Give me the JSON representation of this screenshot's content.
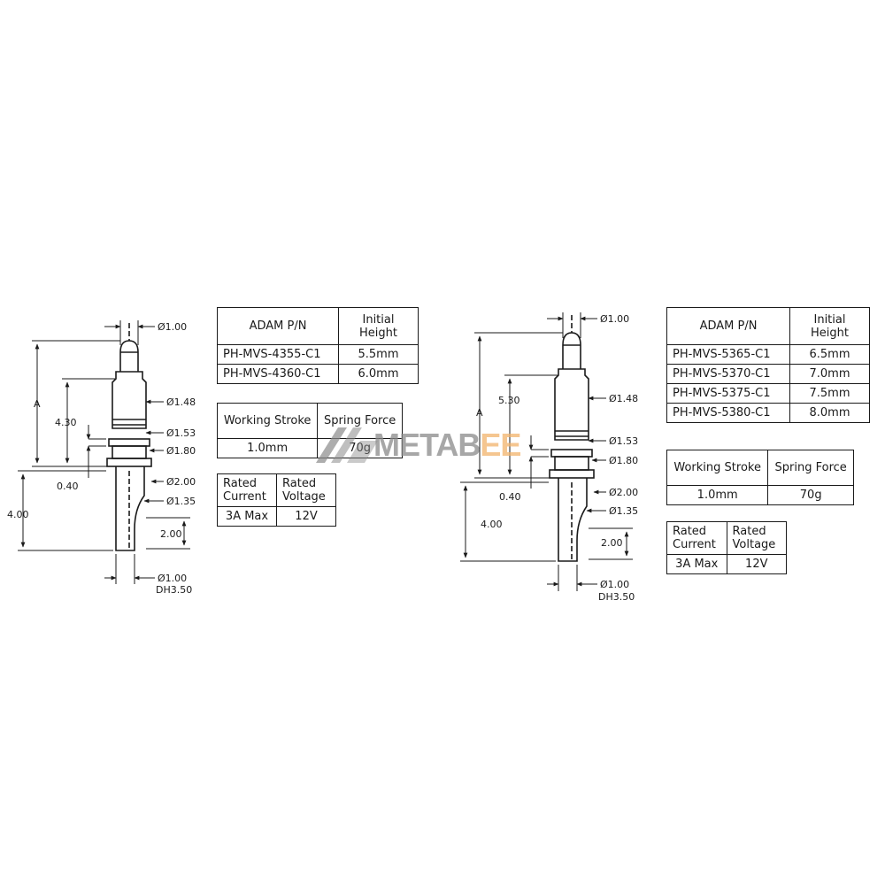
{
  "left": {
    "dims": {
      "tip_dia": "Ø1.00",
      "A": "A",
      "h430": "4.30",
      "d148": "Ø1.48",
      "d153": "Ø1.53",
      "d180": "Ø1.80",
      "h040": "0.40",
      "d200": "Ø2.00",
      "d135": "Ø1.35",
      "h400": "4.00",
      "h200": "2.00",
      "d100b": "Ø1.00",
      "dh": "DH3.50"
    },
    "pn_table": {
      "header_pn": "ADAM P/N",
      "header_height_1": "Initial",
      "header_height_2": "Height",
      "rows": [
        {
          "pn": "PH-MVS-4355-C1",
          "height": "5.5mm"
        },
        {
          "pn": "PH-MVS-4360-C1",
          "height": "6.0mm"
        }
      ]
    },
    "stroke_table": {
      "h1": "Working Stroke",
      "h2": "Spring Force",
      "v1": "1.0mm",
      "v2": "70g"
    },
    "rating_table": {
      "h1a": "Rated",
      "h1b": "Current",
      "h2a": "Rated",
      "h2b": "Voltage",
      "v1": "3A Max",
      "v2": "12V"
    }
  },
  "right": {
    "dims": {
      "tip_dia": "Ø1.00",
      "A": "A",
      "h530": "5.30",
      "d148": "Ø1.48",
      "d153": "Ø1.53",
      "d180": "Ø1.80",
      "h040": "0.40",
      "d200": "Ø2.00",
      "d135": "Ø1.35",
      "h400": "4.00",
      "h200": "2.00",
      "d100b": "Ø1.00",
      "dh": "DH3.50"
    },
    "pn_table": {
      "header_pn": "ADAM P/N",
      "header_height_1": "Initial",
      "header_height_2": "Height",
      "rows": [
        {
          "pn": "PH-MVS-5365-C1",
          "height": "6.5mm"
        },
        {
          "pn": "PH-MVS-5370-C1",
          "height": "7.0mm"
        },
        {
          "pn": "PH-MVS-5375-C1",
          "height": "7.5mm"
        },
        {
          "pn": "PH-MVS-5380-C1",
          "height": "8.0mm"
        }
      ]
    },
    "stroke_table": {
      "h1": "Working Stroke",
      "h2": "Spring Force",
      "v1": "1.0mm",
      "v2": "70g"
    },
    "rating_table": {
      "h1a": "Rated",
      "h1b": "Current",
      "h2a": "Rated",
      "h2b": "Voltage",
      "v1": "3A Max",
      "v2": "12V"
    }
  },
  "watermark": {
    "text_main": "METAB",
    "text_accent": "EE"
  }
}
